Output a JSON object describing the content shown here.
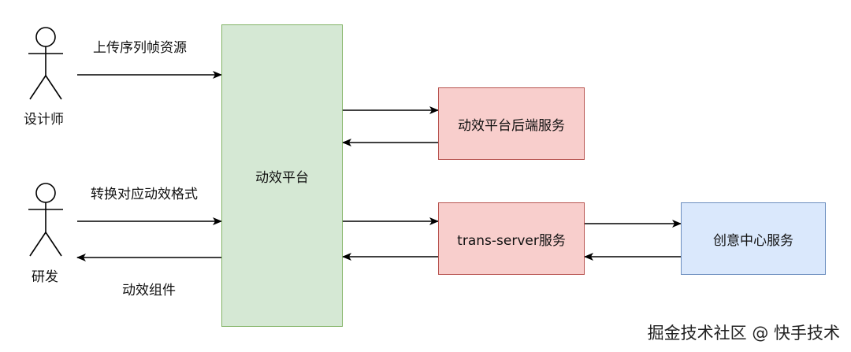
{
  "actors": [
    {
      "id": "designer",
      "label": "设计师"
    },
    {
      "id": "developer",
      "label": "研发"
    }
  ],
  "boxes": {
    "platform": "动效平台",
    "backend": "动效平台后端服务",
    "trans": "trans-server服务",
    "creative": "创意中心服务"
  },
  "edge_labels": {
    "upload": "上传序列帧资源",
    "convert": "转换对应动效格式",
    "component": "动效组件"
  },
  "watermark": "掘金技术社区 @ 快手技术",
  "colors": {
    "green_fill": "#d5e8d4",
    "green_stroke": "#82b366",
    "red_fill": "#f8cecc",
    "red_stroke": "#b85450",
    "blue_fill": "#dae8fc",
    "blue_stroke": "#6c8ebf"
  }
}
